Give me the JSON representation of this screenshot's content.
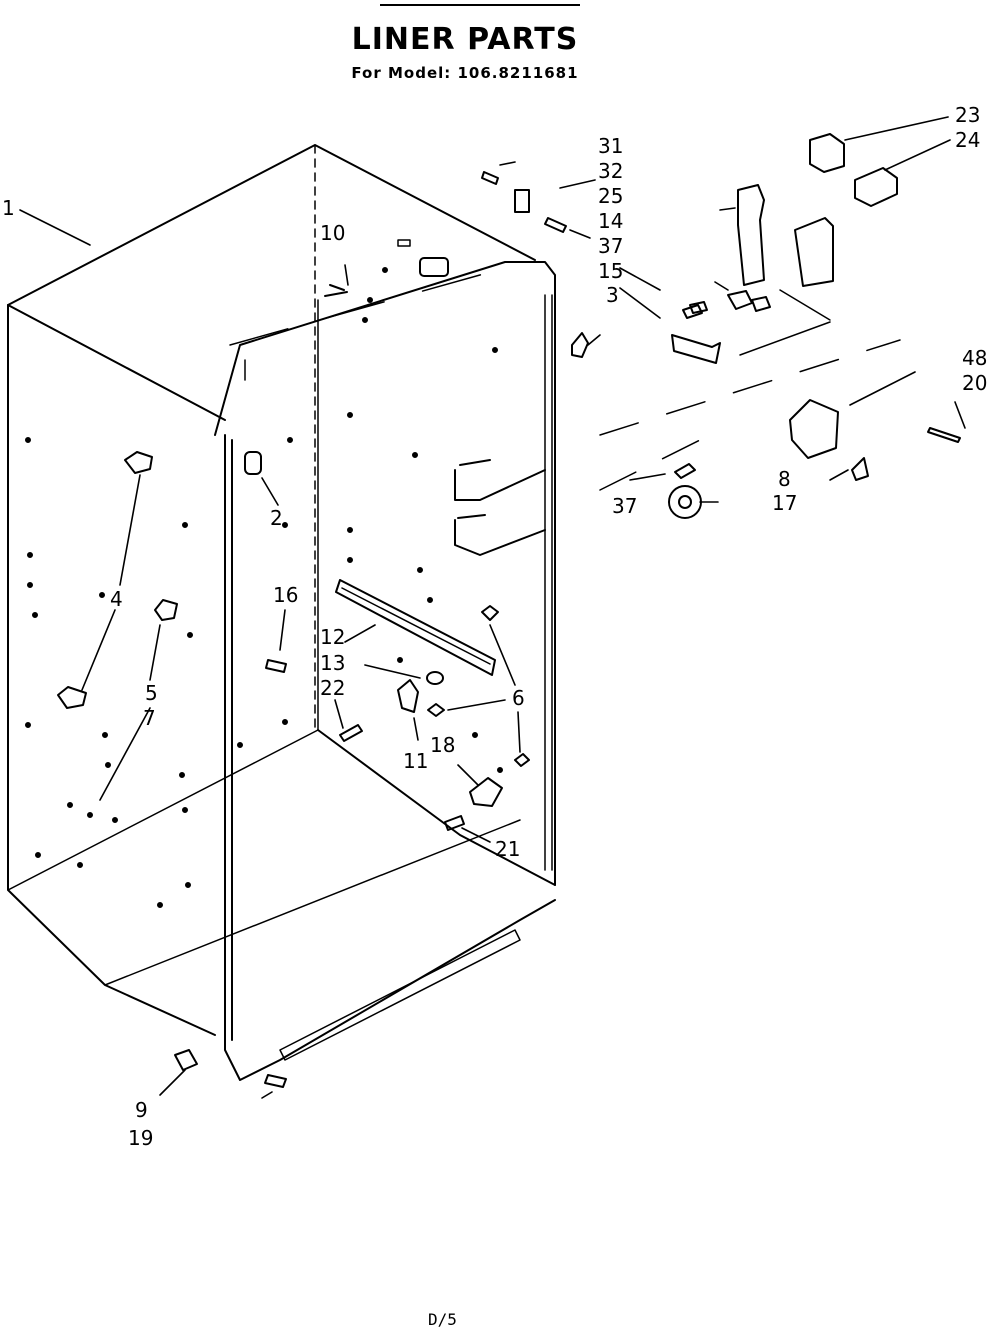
{
  "header": {
    "title": "LINER PARTS",
    "subtitle": "For Model: 106.8211681"
  },
  "footer": {
    "page_id": "D/5"
  },
  "callouts": [
    {
      "label": "1"
    },
    {
      "label": "2"
    },
    {
      "label": "4"
    },
    {
      "label": "5"
    },
    {
      "label": "7"
    },
    {
      "label": "9"
    },
    {
      "label": "19"
    },
    {
      "label": "10"
    },
    {
      "label": "16"
    },
    {
      "label": "12"
    },
    {
      "label": "13"
    },
    {
      "label": "22"
    },
    {
      "label": "11"
    },
    {
      "label": "18"
    },
    {
      "label": "21"
    },
    {
      "label": "6"
    },
    {
      "label": "31"
    },
    {
      "label": "32"
    },
    {
      "label": "25"
    },
    {
      "label": "14"
    },
    {
      "label": "37"
    },
    {
      "label": "15"
    },
    {
      "label": "3"
    },
    {
      "label": "23"
    },
    {
      "label": "24"
    },
    {
      "label": "48"
    },
    {
      "label": "20"
    },
    {
      "label": "8"
    },
    {
      "label": "17"
    },
    {
      "label": "37"
    }
  ]
}
